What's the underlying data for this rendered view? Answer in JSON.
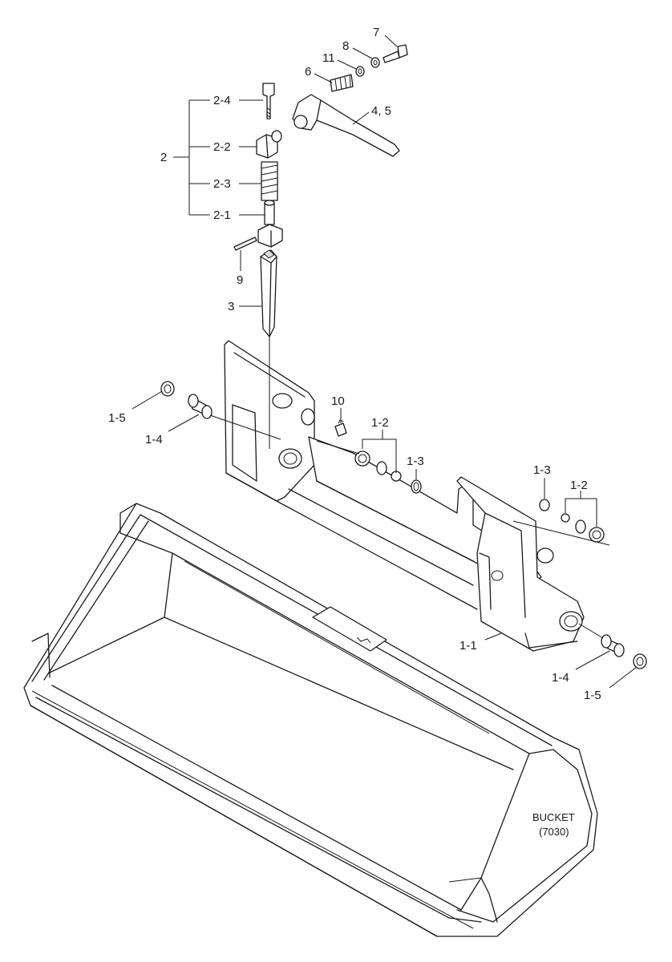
{
  "callouts": {
    "c7": "7",
    "c8": "8",
    "c11": "11",
    "c6": "6",
    "c45": "4, 5",
    "c24": "2-4",
    "c22": "2-2",
    "c2": "2",
    "c23": "2-3",
    "c21": "2-1",
    "c9": "9",
    "c3": "3",
    "c10": "10",
    "c12a": "1-2",
    "c13a": "1-3",
    "c15a": "1-5",
    "c14a": "1-4",
    "c13b": "1-3",
    "c12b": "1-2",
    "c11b": "1-1",
    "c14b": "1-4",
    "c15b": "1-5"
  },
  "bucket_label": {
    "line1": "BUCKET",
    "line2": "(7030)"
  }
}
